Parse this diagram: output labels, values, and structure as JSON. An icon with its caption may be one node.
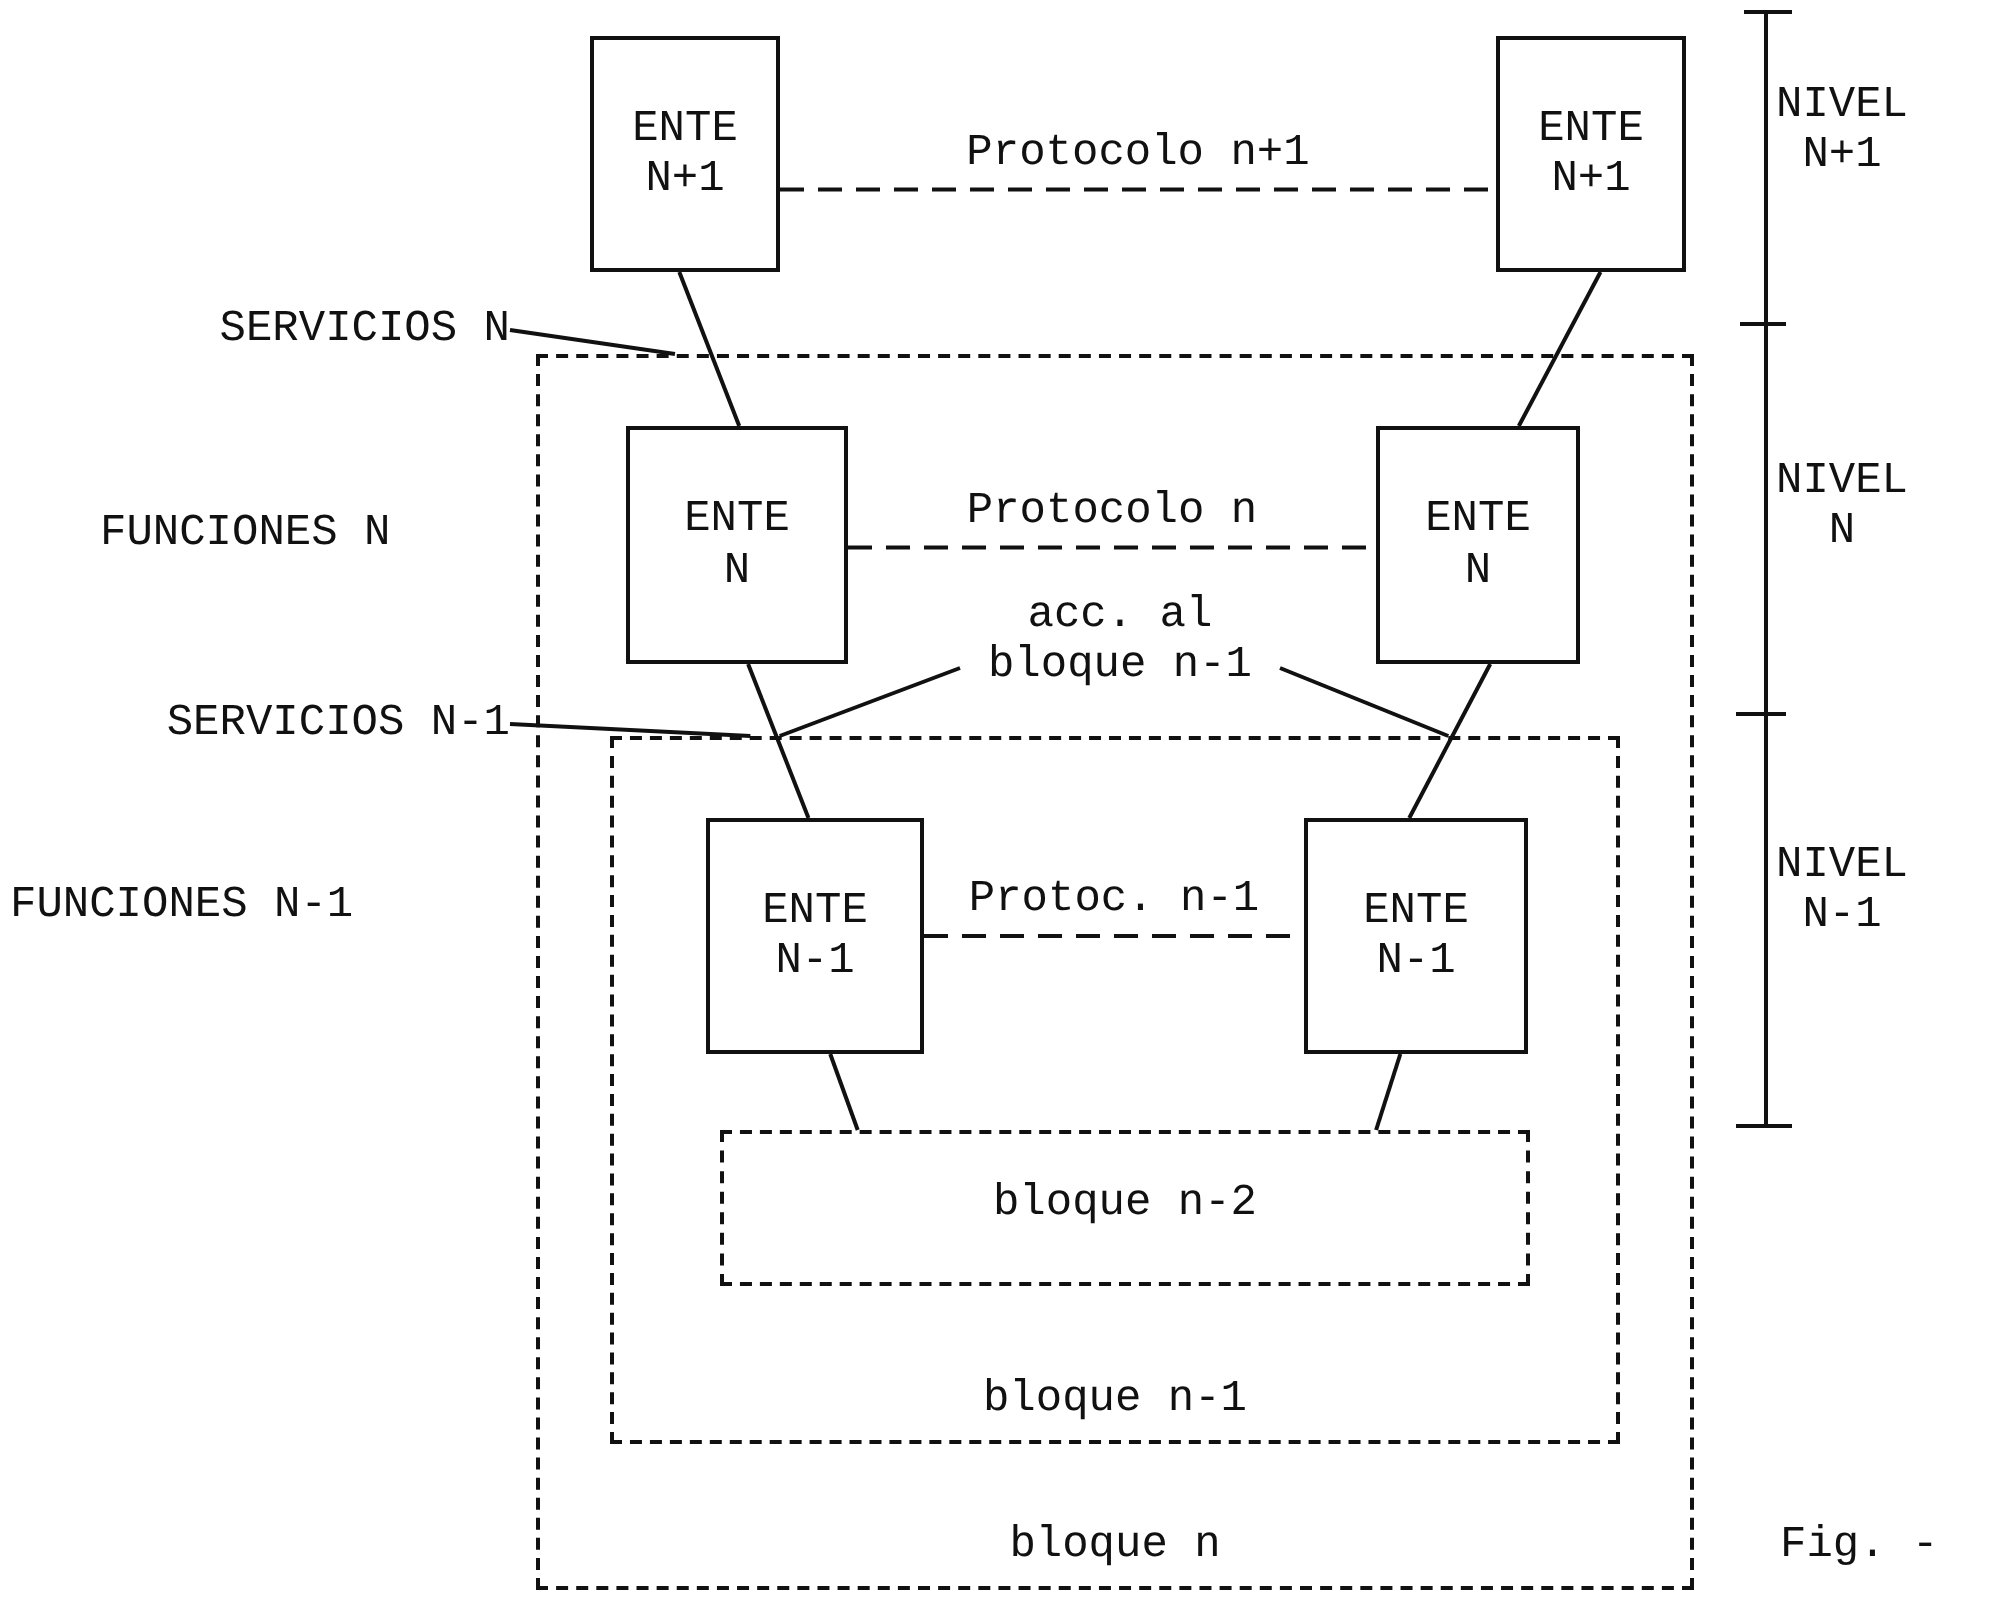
{
  "diagram": {
    "caption": "Fig. -",
    "nodes": [
      {
        "text": [
          "ENTE N+1"
        ]
      },
      {
        "text": [
          "ENTE N+1"
        ]
      },
      {
        "text": [
          "bloque n"
        ]
      },
      {
        "text": [
          "ENTE N"
        ],
        "in": 2
      },
      {
        "text": [
          "ENTE N"
        ],
        "in": 2
      },
      {
        "text": [
          "bloque n-1"
        ],
        "in": 2
      },
      {
        "text": [
          "ENTE N-1"
        ],
        "in": 5
      },
      {
        "text": [
          "ENTE N-1"
        ],
        "in": 5
      },
      {
        "text": [
          "bloque n-2"
        ],
        "in": 5
      },
      {
        "text": [
          "acc. al bloque n-1"
        ],
        "in": 2
      },
      {
        "text": [
          "SERVICIOS N"
        ]
      },
      {
        "text": [
          "SERVICIOS N-1"
        ]
      }
    ],
    "edges": [
      {
        "from": 0,
        "to": 1,
        "arrow": "none",
        "label": "Protocolo n+1",
        "style": "dashed"
      },
      {
        "from": 0,
        "to": 3,
        "arrow": "none"
      },
      {
        "from": 1,
        "to": 4,
        "arrow": "none"
      },
      {
        "from": 3,
        "to": 4,
        "arrow": "none",
        "label": "Protocolo n",
        "style": "dashed"
      },
      {
        "from": 3,
        "to": 6,
        "arrow": "none"
      },
      {
        "from": 4,
        "to": 7,
        "arrow": "none"
      },
      {
        "from": 6,
        "to": 7,
        "arrow": "none",
        "label": "Protoc. n-1",
        "style": "dashed"
      },
      {
        "from": 6,
        "to": 8,
        "arrow": "none"
      },
      {
        "from": 7,
        "to": 8,
        "arrow": "none"
      },
      {
        "from": 9,
        "to": 5,
        "arrow": "none"
      },
      {
        "from": 9,
        "to": 5,
        "arrow": "none"
      },
      {
        "from": 10,
        "to": 2,
        "arrow": "none"
      },
      {
        "from": 11,
        "to": 5,
        "arrow": "none"
      }
    ],
    "labels": [
      "FUNCIONES N",
      "FUNCIONES N-1",
      "NIVEL N+1",
      "NIVEL N",
      "NIVEL N-1"
    ]
  }
}
